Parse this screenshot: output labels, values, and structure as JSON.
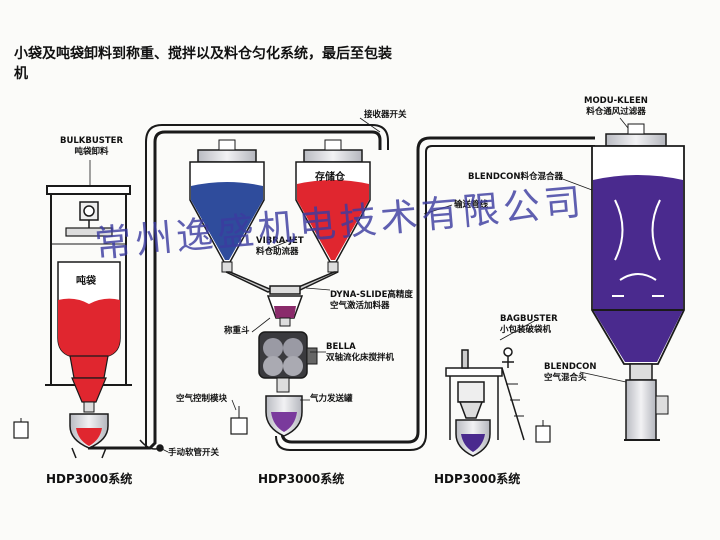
{
  "title": "小袋及吨袋卸料到称重、搅拌以及料仓匀化系统，最后至包装机",
  "labels": {
    "bulkbuster_en": "BULKBUSTER",
    "bulkbuster_cn": "吨袋卸料",
    "tonbag": "吨袋",
    "storage_left": "存储仓",
    "storage_right": "存储仓",
    "receiver_switch": "接收器开关",
    "vibra_en": "VIBRA-JET",
    "vibra_cn": "料仓助流器",
    "dynaslide_en": "DYNA-SLIDE高精度",
    "dynaslide_cn": "空气激活加料器",
    "weigh_hopper": "称重斗",
    "bella_en": "BELLA",
    "bella_cn": "双轴流化床搅拌机",
    "air_module": "空气控制模块",
    "pneumatic_tank": "气力发送罐",
    "manual_hose": "手动软管开关",
    "conveying_line": "输送管线",
    "blendcon_mixer": "BLENDCON料仓混合器",
    "modukleen_en": "MODU-KLEEN",
    "modukleen_cn": "料仓通风过滤器",
    "bagbuster_en": "BAGBUSTER",
    "bagbuster_cn": "小包装破袋机",
    "blendcon_en": "BLENDCON",
    "blendcon_cn": "空气混合头"
  },
  "systems": [
    "HDP3000系统",
    "HDP3000系统",
    "HDP3000系统"
  ],
  "watermark": "常州逸盛机电技术有限公司",
  "colors": {
    "red": "#e0262f",
    "blue": "#2f4c9c",
    "purple": "#4a2a8e",
    "pipe": "#1a1a1a",
    "steel": "#d9dadf"
  }
}
